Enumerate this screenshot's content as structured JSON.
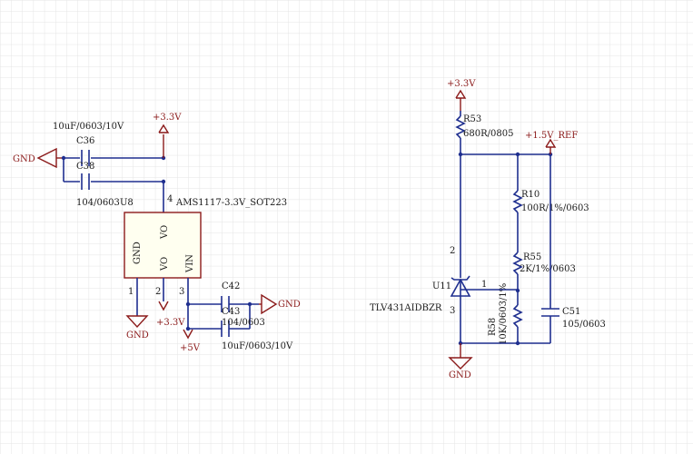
{
  "colors": {
    "grid": "#e4e4e4",
    "wire": "#1f2f8f",
    "part": "#8b1a1a",
    "ic_fill": "#fffff0",
    "pin_text": "#1a1a1a"
  },
  "left_circuit": {
    "gnd_port_left": "GND",
    "net_33v_top": "+3.3V",
    "c36": {
      "ref": "C36",
      "value": "10uF/0603/10V"
    },
    "c38": {
      "ref": "C38",
      "value": "104/0603"
    },
    "u8": {
      "ref": "U8",
      "part": "AMS1117-3.3V_SOT223",
      "pin_names": {
        "gnd": "GND",
        "vo_top": "VO",
        "vo": "VO",
        "vin": "VIN"
      },
      "pin_numbers": {
        "p1": "1",
        "p2": "2",
        "p3": "3",
        "p4": "4"
      }
    },
    "gnd_bottom": "GND",
    "net_33v_bottom": "+3.3V",
    "net_5v": "+5V",
    "c42": {
      "ref": "C42"
    },
    "c43": {
      "ref": "C43",
      "value_top": "104/0603",
      "value_bottom": "10uF/0603/10V"
    },
    "gnd_port_right": "GND"
  },
  "right_circuit": {
    "net_33v": "+3.3V",
    "net_15v_ref": "+1.5V_REF",
    "r53": {
      "ref": "R53",
      "value": "680R/0805"
    },
    "r10": {
      "ref": "R10",
      "value": "100R/1%/0603"
    },
    "r55": {
      "ref": "R55",
      "value": "2K/1%/0603"
    },
    "r58": {
      "ref": "R58",
      "value": "10K/0603/1%"
    },
    "c51": {
      "ref": "C51",
      "value": "105/0603"
    },
    "u11": {
      "ref": "U11",
      "part": "TLV431AIDBZR",
      "pin_2": "2",
      "pin_1": "1",
      "pin_3": "3"
    },
    "gnd": "GND"
  }
}
